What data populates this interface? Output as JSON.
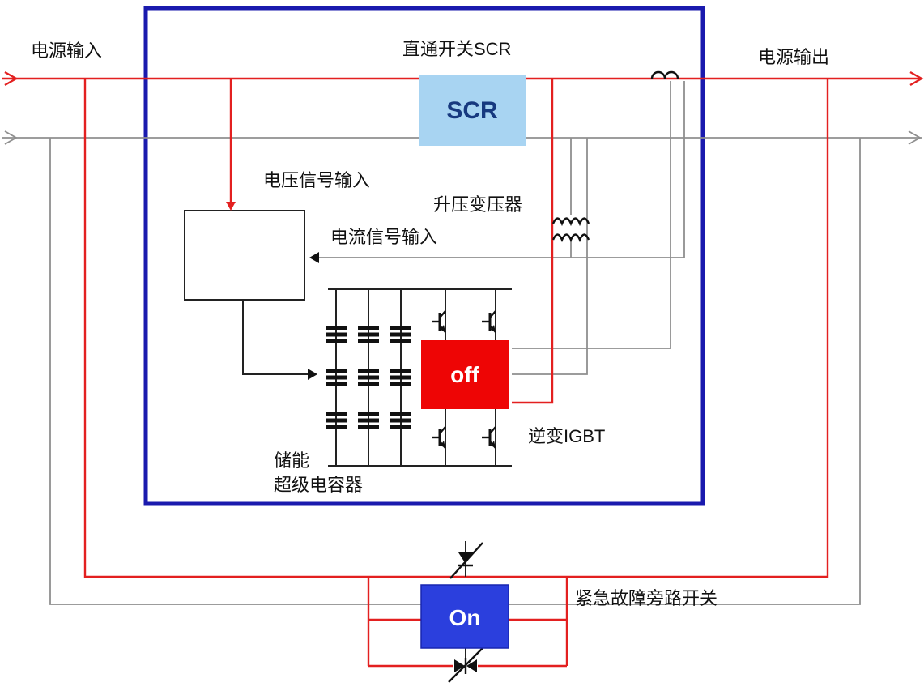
{
  "diagram": {
    "type": "power-circuit-schematic",
    "labels": {
      "power_input": "电源输入",
      "through_switch_scr": "直通开关SCR",
      "power_output": "电源输出",
      "voltage_signal_input": "电压信号输入",
      "boost_transformer": "升压变压器",
      "current_signal_input": "电流信号输入",
      "inverter_igbt": "逆变IGBT",
      "storage_line1": "储能",
      "storage_line2": "超级电容器",
      "emergency_bypass_switch": "紧急故障旁路开关"
    },
    "blocks": {
      "scr": "SCR",
      "inverter_switch_state": "off",
      "bypass_switch_state": "On"
    },
    "colors": {
      "wire_red": "#e32020",
      "wire_gray": "#8f8f8f",
      "outline_navy": "#1a1aae",
      "scr_fill": "#a8d4f2",
      "scr_text": "#17397f",
      "off_fill": "#ee0505",
      "on_fill": "#2b3fdd",
      "state_text": "#ffffff",
      "label_color": "#111111"
    }
  }
}
